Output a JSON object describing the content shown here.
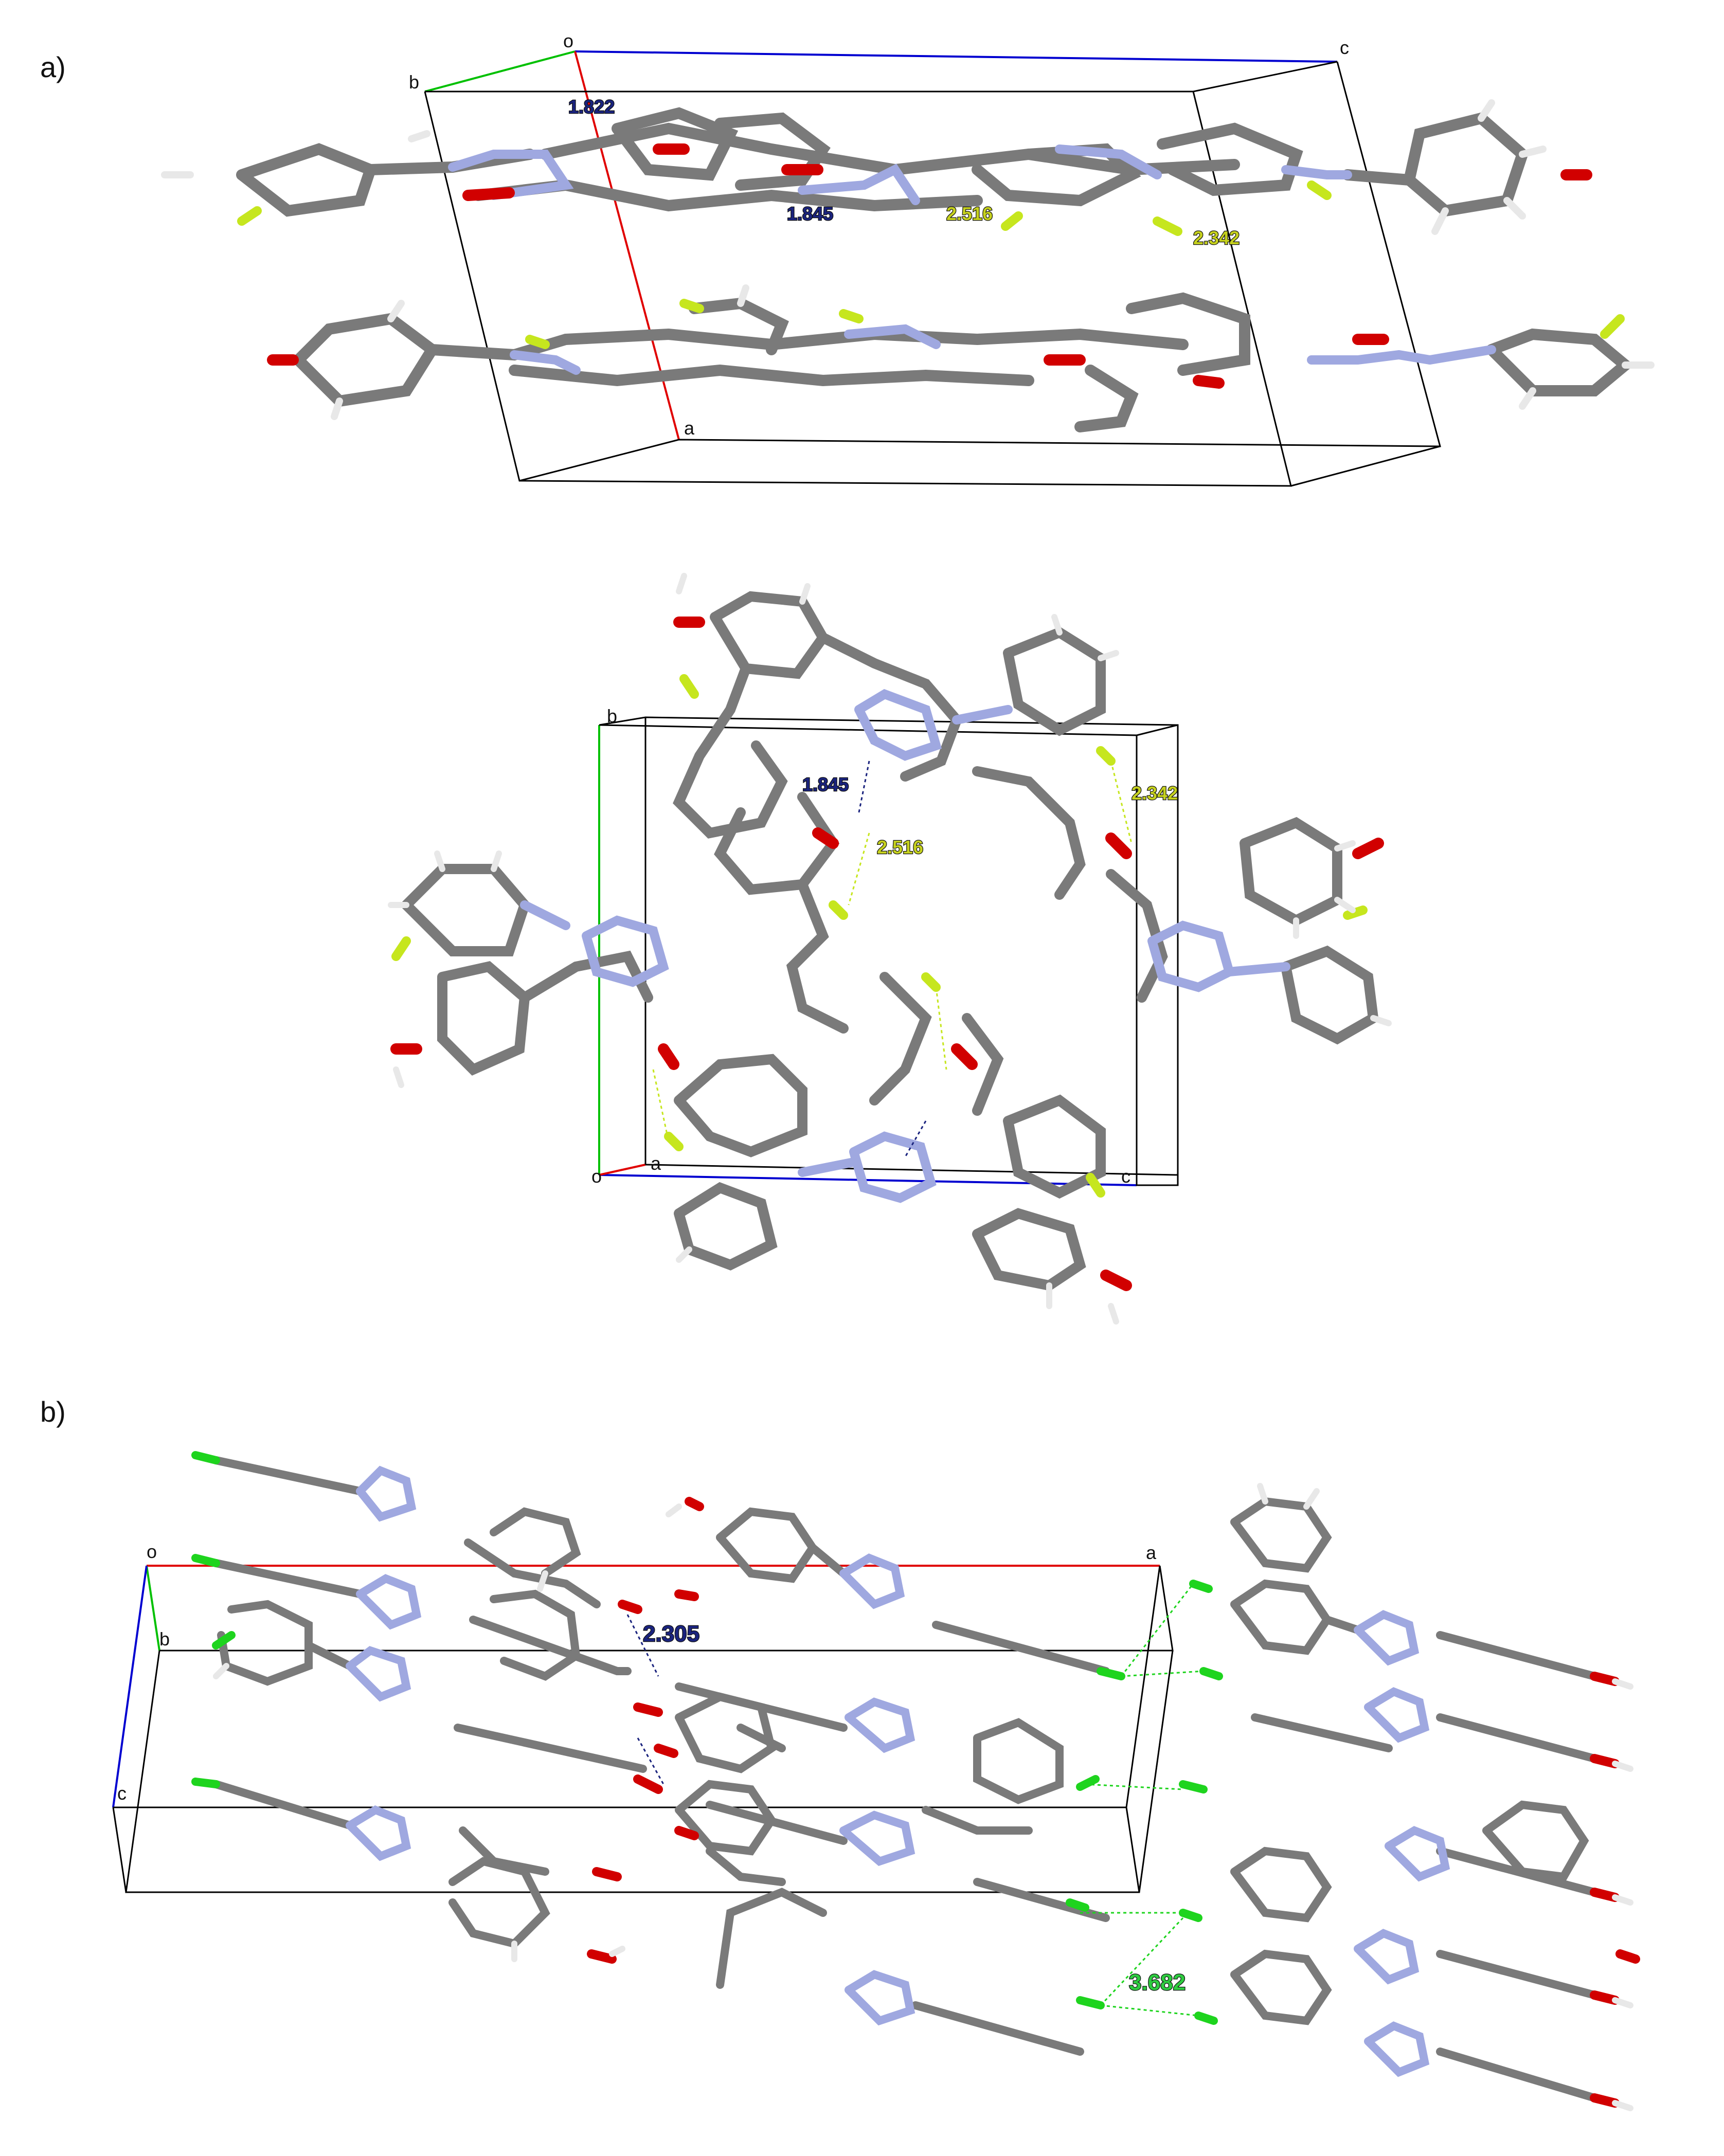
{
  "panels": [
    {
      "label": "a)",
      "views": [
        {
          "cell_labels": {
            "origin": "o",
            "b": "b",
            "c": "c",
            "a": "a"
          },
          "distances": [
            {
              "value": "1.822",
              "color": "#1a237e"
            },
            {
              "value": "1.845",
              "color": "#1a237e"
            },
            {
              "value": "2.516",
              "color": "#c6d11e"
            },
            {
              "value": "2.342",
              "color": "#c6d11e"
            }
          ]
        },
        {
          "cell_labels": {
            "origin": "o",
            "b": "b",
            "c": "c",
            "a": "a"
          },
          "distances": [
            {
              "value": "1.845",
              "color": "#1a237e"
            },
            {
              "value": "2.516",
              "color": "#c6d11e"
            },
            {
              "value": "2.342",
              "color": "#c6d11e"
            }
          ]
        }
      ]
    },
    {
      "label": "b)",
      "views": [
        {
          "cell_labels": {
            "origin": "o",
            "b": "b",
            "c": "c",
            "a": "a"
          },
          "distances": [
            {
              "value": "2.305",
              "color": "#1a237e"
            },
            {
              "value": "3.682",
              "color": "#2ecc40"
            }
          ]
        }
      ]
    }
  ],
  "atom_colors": {
    "carbon": "#7a7a7a",
    "hydrogen": "#e8e8e8",
    "nitrogen": "#9fa8e0",
    "oxygen": "#d10000",
    "fluorine": "#c6e61e",
    "chlorine": "#1ed41e"
  },
  "axis_colors": {
    "a": "#e00000",
    "b": "#00c000",
    "c": "#0000d0",
    "cell": "#000000"
  }
}
